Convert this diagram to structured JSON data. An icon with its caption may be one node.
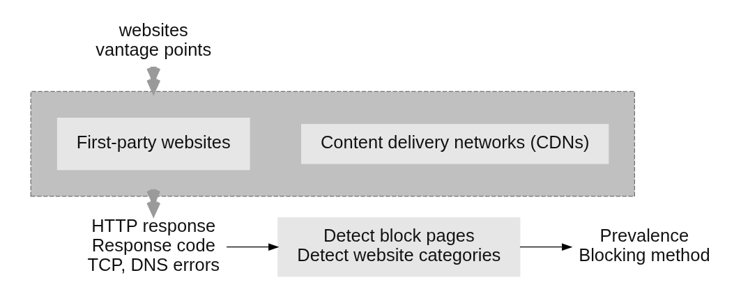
{
  "diagram": {
    "nodes": [
      {
        "text": [
          "websites",
          "vantage points"
        ]
      },
      {
        "text": [],
        "shape": "box"
      },
      {
        "text": [
          "First-party websites"
        ],
        "in": 1
      },
      {
        "text": [
          "Content delivery networks (CDNs)"
        ],
        "in": 1
      },
      {
        "text": [
          "HTTP response",
          "Response code",
          "TCP, DNS errors"
        ]
      },
      {
        "text": [
          "Detect block pages",
          "Detect website categories"
        ]
      },
      {
        "text": [
          "Prevalence",
          "Blocking method"
        ]
      }
    ],
    "edges": [
      {
        "from": 0,
        "to": 1,
        "arrow": "to",
        "style": "thick",
        "color": "#9a9a9a"
      },
      {
        "from": 1,
        "to": 4,
        "arrow": "to",
        "style": "thick",
        "color": "#9a9a9a"
      },
      {
        "from": 4,
        "to": 5,
        "arrow": "to"
      },
      {
        "from": 5,
        "to": 6,
        "arrow": "to"
      }
    ]
  }
}
